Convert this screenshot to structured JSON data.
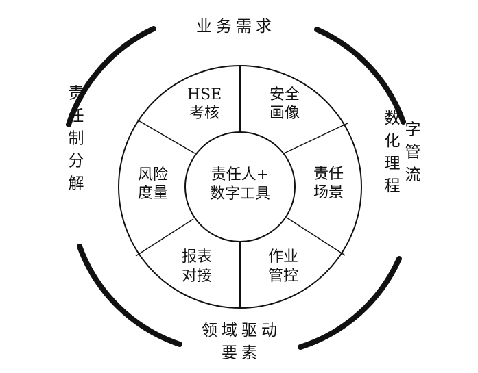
{
  "outer_labels": {
    "top": "业务需求",
    "right_col1": "数化理程",
    "right_col2": "字管流",
    "bottom_line1": "领域驱动",
    "bottom_line2": "要素",
    "left": "责任制分解"
  },
  "center": {
    "line1": "责任人+",
    "line2": "数字工具"
  },
  "segments": [
    {
      "line1": "HSE",
      "line2": "考核"
    },
    {
      "line1": "安全",
      "line2": "画像"
    },
    {
      "line1": "责任",
      "line2": "场景"
    },
    {
      "line1": "作业",
      "line2": "管控"
    },
    {
      "line1": "报表",
      "line2": "对接"
    },
    {
      "line1": "风险",
      "line2": "度量"
    }
  ],
  "colors": {
    "stroke": "#111111",
    "background": "#ffffff"
  }
}
